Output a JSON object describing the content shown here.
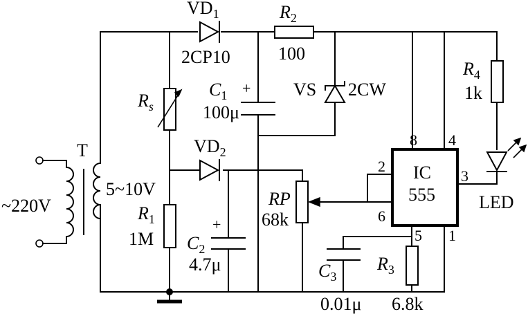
{
  "transformer": {
    "ref": "T",
    "input": "~220V",
    "output": "5~10V"
  },
  "vd1": {
    "ref": "VD",
    "sub": "1",
    "type": "2CP10"
  },
  "vd2": {
    "ref": "VD",
    "sub": "2"
  },
  "r2": {
    "ref": "R",
    "sub": "2",
    "value": "100"
  },
  "vs": {
    "ref": "VS",
    "type": "2CW"
  },
  "c1": {
    "ref": "C",
    "sub": "1",
    "value": "100μ",
    "polarity": "+"
  },
  "rs": {
    "ref": "R",
    "sub": "s"
  },
  "r1": {
    "ref": "R",
    "sub": "1",
    "value": "1M"
  },
  "c2": {
    "ref": "C",
    "sub": "2",
    "value": "4.7μ",
    "polarity": "+"
  },
  "rp": {
    "ref": "RP",
    "value": "68k"
  },
  "c3": {
    "ref": "C",
    "sub": "3",
    "value": "0.01μ"
  },
  "r3": {
    "ref": "R",
    "sub": "3",
    "value": "6.8k"
  },
  "r4": {
    "ref": "R",
    "sub": "4",
    "value": "1k"
  },
  "led": {
    "label": "LED"
  },
  "ic": {
    "line1": "IC",
    "line2": "555",
    "pins": {
      "p1": "1",
      "p2": "2",
      "p3": "3",
      "p4": "4",
      "p5": "5",
      "p6": "6",
      "p8": "8"
    }
  }
}
